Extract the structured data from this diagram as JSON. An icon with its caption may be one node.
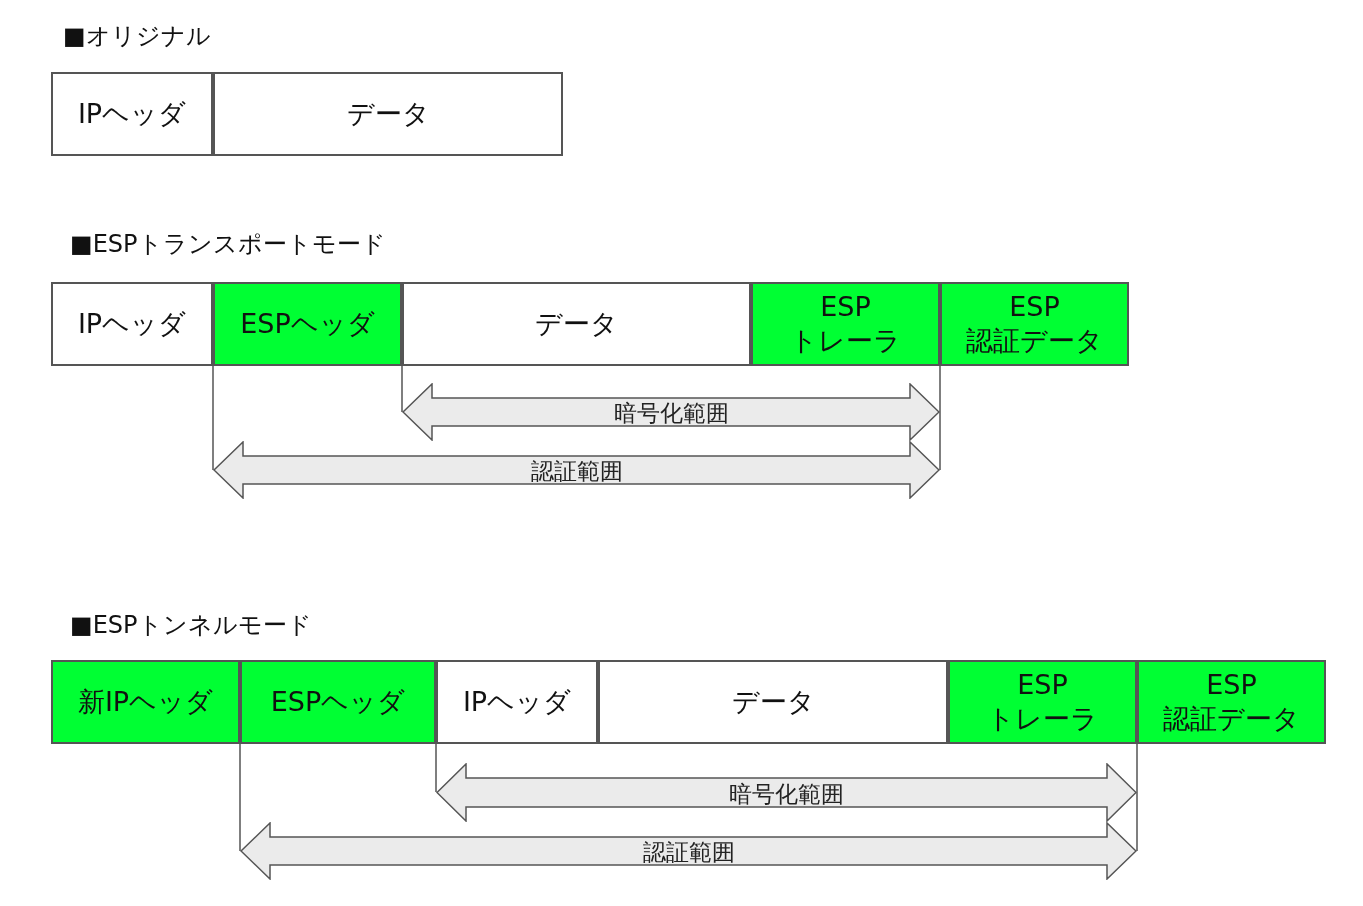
{
  "diagram": {
    "nodes": [
      {
        "text": [
          "IPヘッダ"
        ]
      },
      {
        "text": [
          "データ"
        ]
      },
      {
        "text": [
          "IPヘッダ"
        ]
      },
      {
        "text": [
          "ESPヘッダ"
        ]
      },
      {
        "text": [
          "データ"
        ]
      },
      {
        "text": [
          "ESP トレーラ"
        ]
      },
      {
        "text": [
          "ESP 認証データ"
        ]
      },
      {
        "text": [
          "暗号化範囲"
        ]
      },
      {
        "text": [
          "認証範囲"
        ]
      },
      {
        "text": [
          "新IPヘッダ"
        ]
      },
      {
        "text": [
          "ESPヘッダ"
        ]
      },
      {
        "text": [
          "IPヘッダ"
        ]
      },
      {
        "text": [
          "データ"
        ]
      },
      {
        "text": [
          "ESP トレーラ"
        ]
      },
      {
        "text": [
          "ESP 認証データ"
        ]
      },
      {
        "text": [
          "暗号化範囲"
        ]
      },
      {
        "text": [
          "認証範囲"
        ]
      }
    ],
    "labels": [
      "■オリジナル",
      "■ESPトランスポートモード",
      "■ESPトンネルモード"
    ]
  }
}
